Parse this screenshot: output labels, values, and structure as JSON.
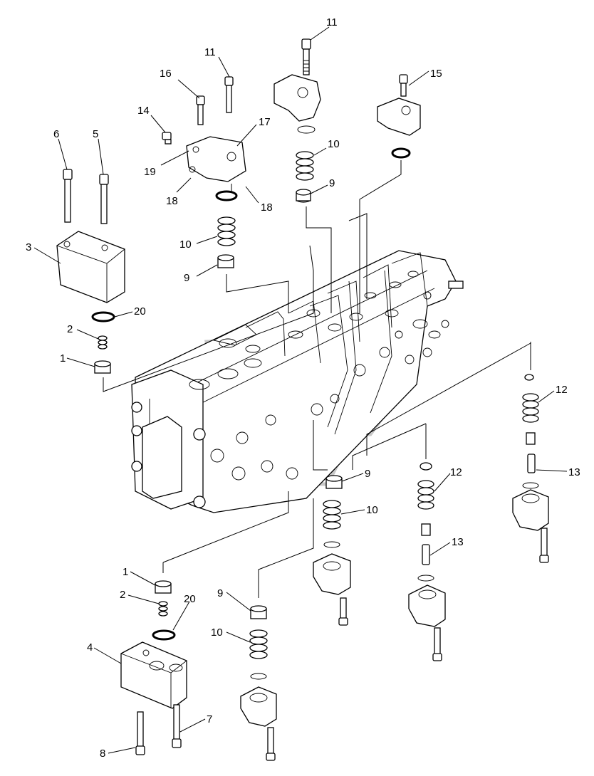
{
  "diagram": {
    "callouts": [
      {
        "id": "c11a",
        "text": "11"
      },
      {
        "id": "c11b",
        "text": "11"
      },
      {
        "id": "c15",
        "text": "15"
      },
      {
        "id": "c16",
        "text": "16"
      },
      {
        "id": "c14",
        "text": "14"
      },
      {
        "id": "c17",
        "text": "17"
      },
      {
        "id": "c10a",
        "text": "10"
      },
      {
        "id": "c9a",
        "text": "9"
      },
      {
        "id": "c19",
        "text": "19"
      },
      {
        "id": "c18a",
        "text": "18"
      },
      {
        "id": "c18b",
        "text": "18"
      },
      {
        "id": "c6",
        "text": "6"
      },
      {
        "id": "c5",
        "text": "5"
      },
      {
        "id": "c3",
        "text": "3"
      },
      {
        "id": "c10b",
        "text": "10"
      },
      {
        "id": "c9b",
        "text": "9"
      },
      {
        "id": "c20a",
        "text": "20"
      },
      {
        "id": "c2a",
        "text": "2"
      },
      {
        "id": "c1a",
        "text": "1"
      },
      {
        "id": "c12a",
        "text": "12"
      },
      {
        "id": "c13a",
        "text": "13"
      },
      {
        "id": "c9c",
        "text": "9"
      },
      {
        "id": "c12b",
        "text": "12"
      },
      {
        "id": "c10c",
        "text": "10"
      },
      {
        "id": "c13b",
        "text": "13"
      },
      {
        "id": "c1b",
        "text": "1"
      },
      {
        "id": "c2b",
        "text": "2"
      },
      {
        "id": "c20b",
        "text": "20"
      },
      {
        "id": "c9d",
        "text": "9"
      },
      {
        "id": "c10d",
        "text": "10"
      },
      {
        "id": "c4",
        "text": "4"
      },
      {
        "id": "c7",
        "text": "7"
      },
      {
        "id": "c8",
        "text": "8"
      }
    ]
  }
}
